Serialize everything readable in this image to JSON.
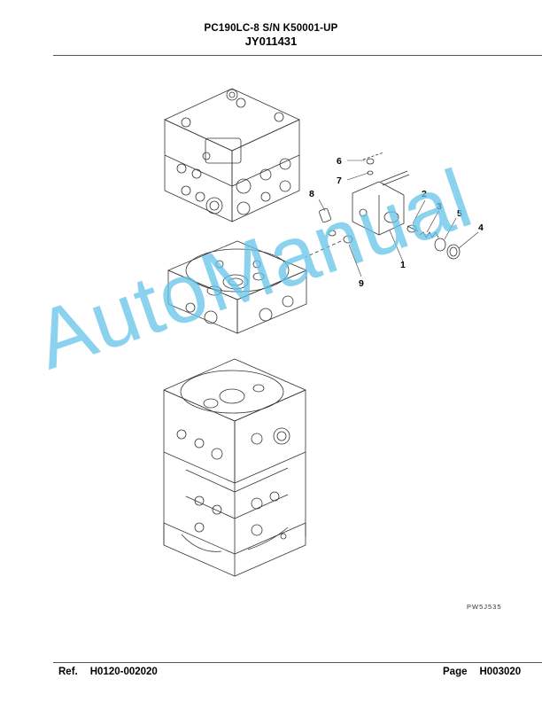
{
  "header": {
    "model": "PC190LC-8 S/N K50001-UP",
    "part_number": "JY011431"
  },
  "callouts": [
    "1",
    "2",
    "3",
    "4",
    "5",
    "6",
    "7",
    "8",
    "9"
  ],
  "drawing_code": "PW5J535",
  "watermark": "AutoManual",
  "footer": {
    "ref_label": "Ref.",
    "ref_value": "H0120-002020",
    "page_label": "Page",
    "page_value": "H003020"
  }
}
